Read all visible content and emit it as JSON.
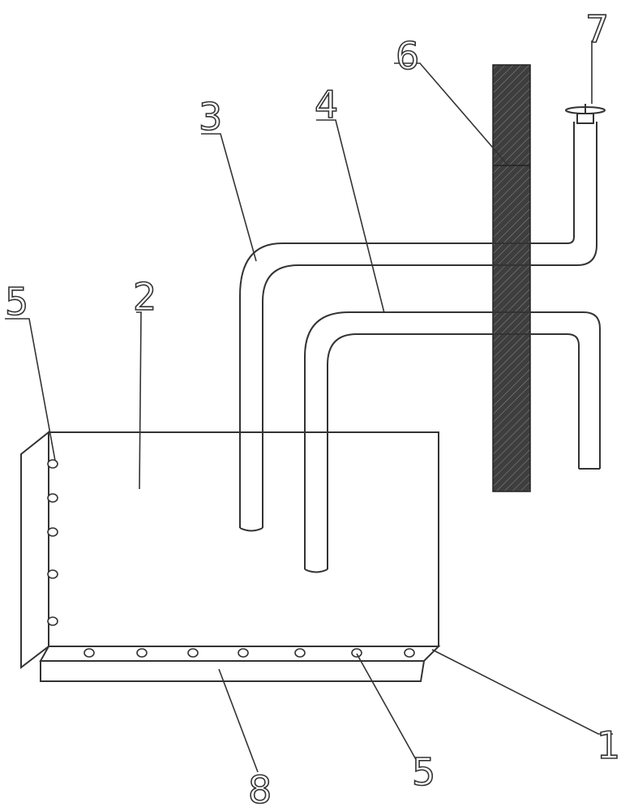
{
  "labels": {
    "tray": "1",
    "box": "2",
    "pipe_a": "3",
    "pipe_b": "4",
    "holes_side": "5",
    "holes_bottom": "5",
    "wall": "6",
    "valve": "7",
    "base": "8"
  },
  "colors": {
    "line": "#333333",
    "wall_fill": "#444444",
    "background": "#ffffff"
  }
}
